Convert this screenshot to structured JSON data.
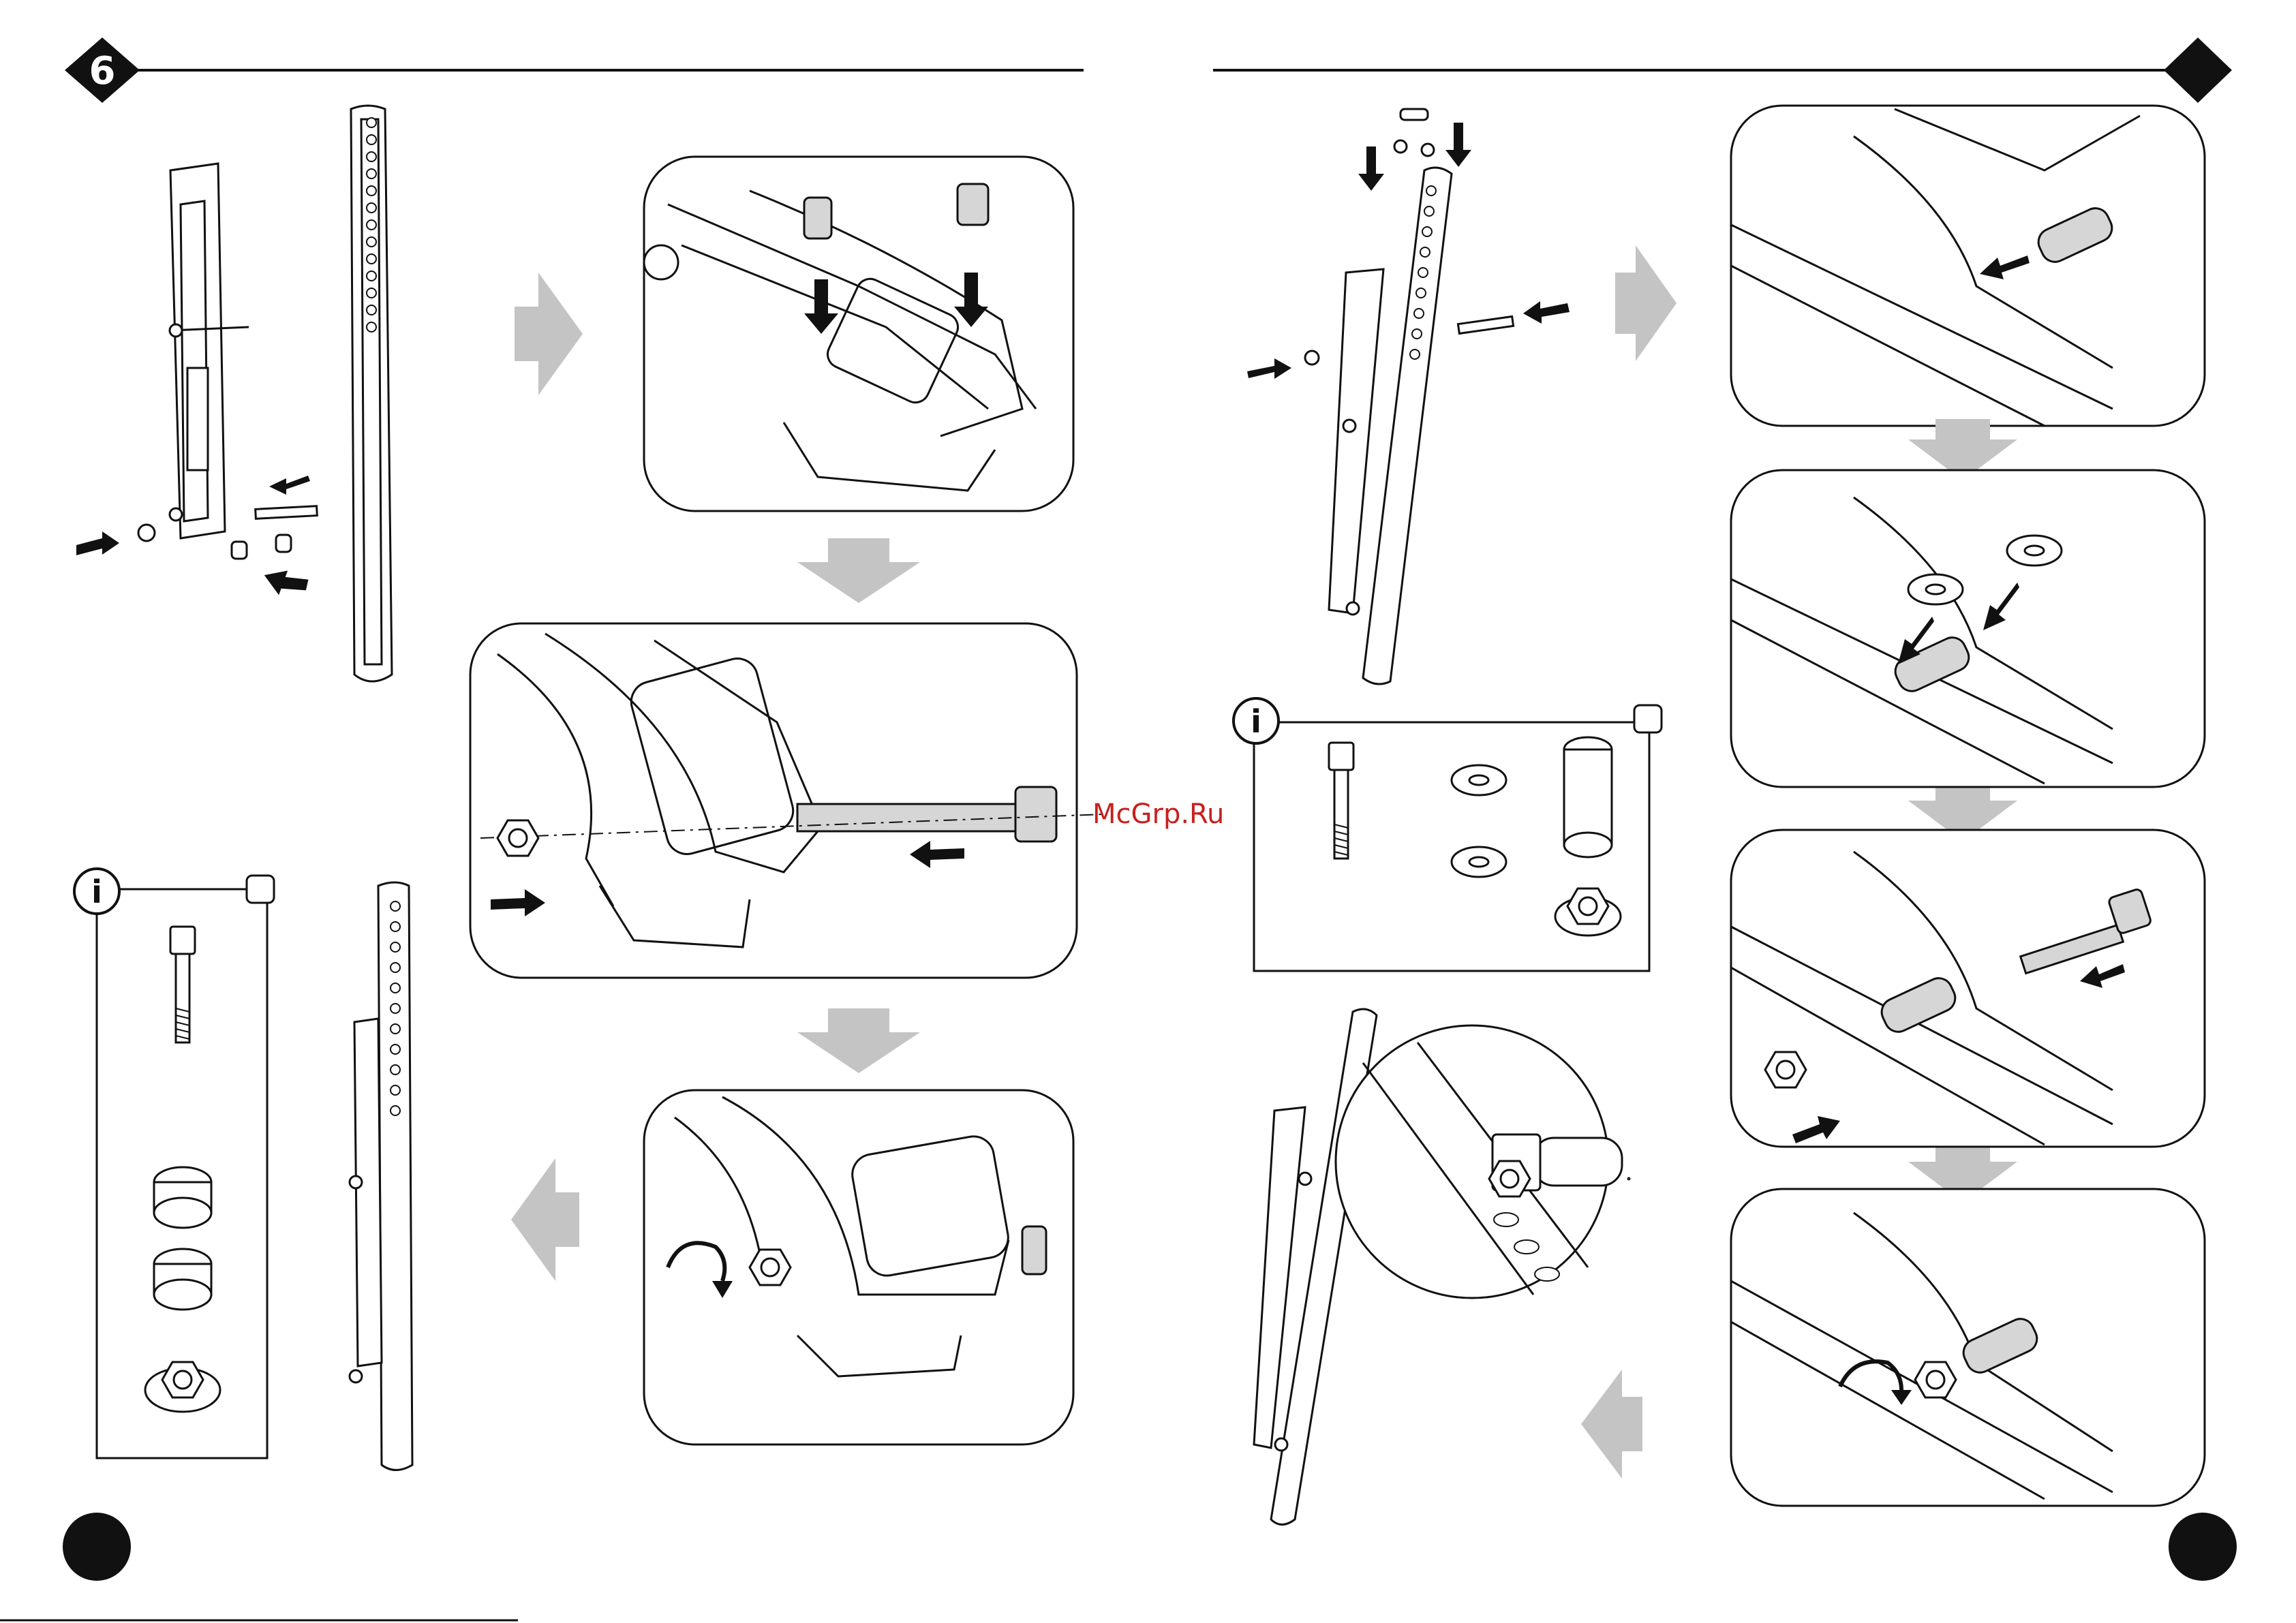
{
  "page": {
    "step_number": "6",
    "watermark": "McGrp.Ru",
    "info_symbol": "i"
  },
  "colors": {
    "ink": "#111111",
    "line": "#222222",
    "flow_arrow": "#c4c4c4",
    "part_fill": "#d6d6d6",
    "watermark": "#c8201e"
  },
  "icons": [
    "step-badge-icon",
    "flow-arrow-right-icon",
    "flow-arrow-down-icon",
    "flow-arrow-left-icon",
    "push-arrow-icon",
    "rotate-arrow-icon",
    "info-icon",
    "page-dot-icon"
  ]
}
